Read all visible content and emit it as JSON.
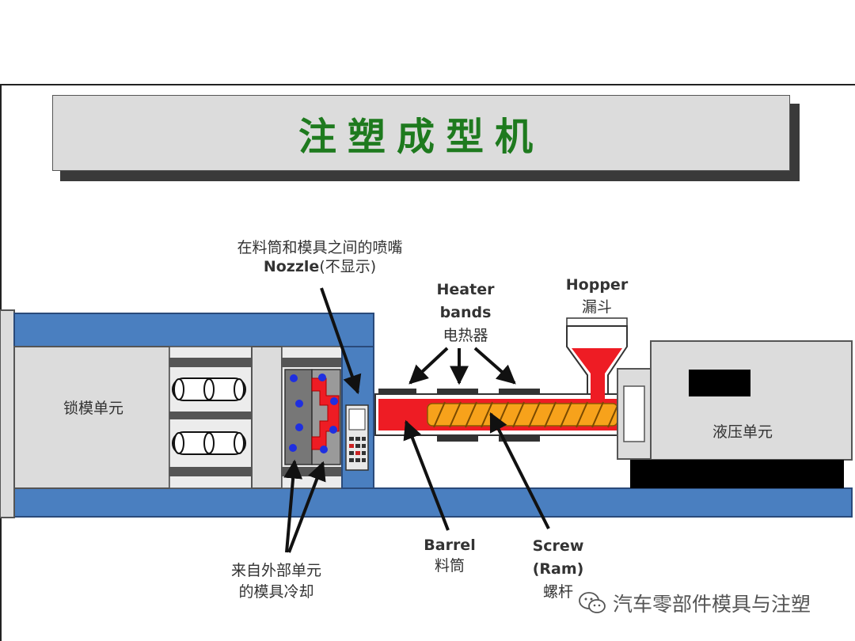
{
  "title": "注塑成型机",
  "labels": {
    "clamp_unit": "锁模单元",
    "hydraulic_unit": "液压单元",
    "nozzle_cn": "在料筒和模具之间的喷嘴",
    "nozzle_en": "Nozzle",
    "nozzle_note": "(不显示)",
    "heater_en_1": "Heater",
    "heater_en_2": "bands",
    "heater_cn": "电热器",
    "hopper_en": "Hopper",
    "hopper_cn": "漏斗",
    "barrel_en": "Barrel",
    "barrel_cn": "料筒",
    "screw_en_1": "Screw",
    "screw_en_2": "(Ram)",
    "screw_cn": "螺杆",
    "cooling_1": "来自外部单元",
    "cooling_2": "的模具冷却"
  },
  "watermark": {
    "icon": "wechat-icon",
    "text": "汽车零部件模具与注塑"
  },
  "colors": {
    "title_green": "#1e7a1e",
    "machine_blue": "#4a7fc0",
    "barrel_red": "#ee1c24",
    "screw_orange": "#f7a21b",
    "body_gray": "#dcdcdc",
    "coolant_blue": "#1f2fe0"
  }
}
